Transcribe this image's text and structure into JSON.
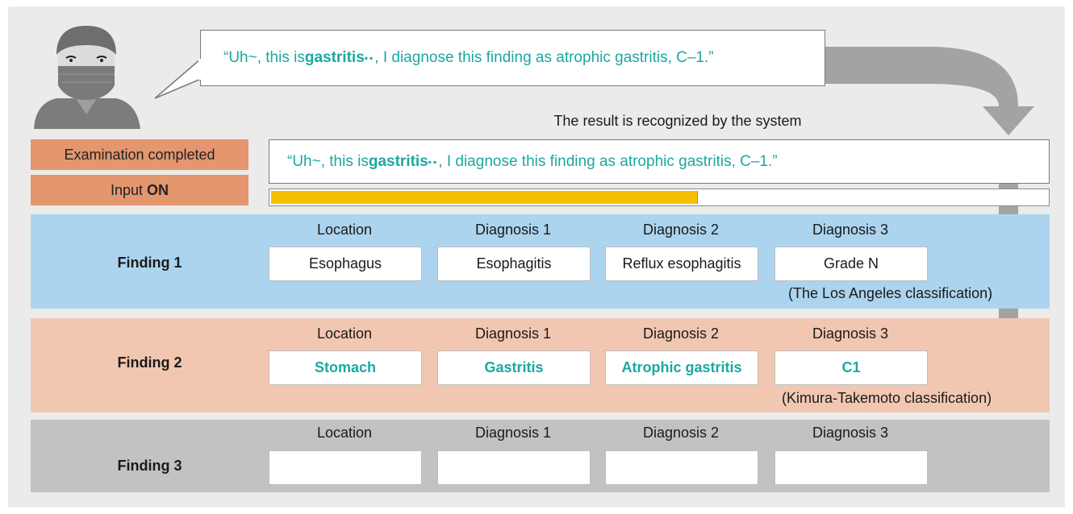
{
  "speech": {
    "before": "“Uh~, this is ",
    "highlight": "gastritis",
    "dots": "▪▪",
    "after": ", I diagnose this finding as atrophic gastritis, C–1.”"
  },
  "caption": "The result is recognized by the system",
  "status": {
    "exam_completed": "Examination completed",
    "input_label": "Input",
    "input_state": "ON"
  },
  "recognized": {
    "before": "“Uh~, this is ",
    "highlight": "gastritis",
    "dots": "▪▪",
    "after": ", I diagnose this finding as atrophic gastritis, C–1.”"
  },
  "progress": {
    "fraction": 0.55
  },
  "columns": [
    "Location",
    "Diagnosis 1",
    "Diagnosis 2",
    "Diagnosis 3"
  ],
  "findings": [
    {
      "title": "Finding 1",
      "color": "#acd4ef",
      "values": [
        "Esophagus",
        "Esophagitis",
        "Reflux esophagitis",
        "Grade N"
      ],
      "classification": "(The Los Angeles classification)",
      "highlight": false
    },
    {
      "title": "Finding 2",
      "color": "#f2c7b2",
      "values": [
        "Stomach",
        "Gastritis",
        "Atrophic gastritis",
        "C1"
      ],
      "classification": "(Kimura-Takemoto classification)",
      "highlight": true
    },
    {
      "title": "Finding 3",
      "color": "#c2c2c2",
      "values": [
        "",
        "",
        "",
        ""
      ],
      "classification": "",
      "highlight": false
    }
  ],
  "colors": {
    "teal": "#1aa9a0",
    "status_orange": "#e4966f",
    "progress_yellow": "#f5c000",
    "arrow_gray": "#a3a3a3"
  },
  "icons": [
    "doctor-avatar-icon",
    "speech-bubble",
    "flow-arrow"
  ]
}
